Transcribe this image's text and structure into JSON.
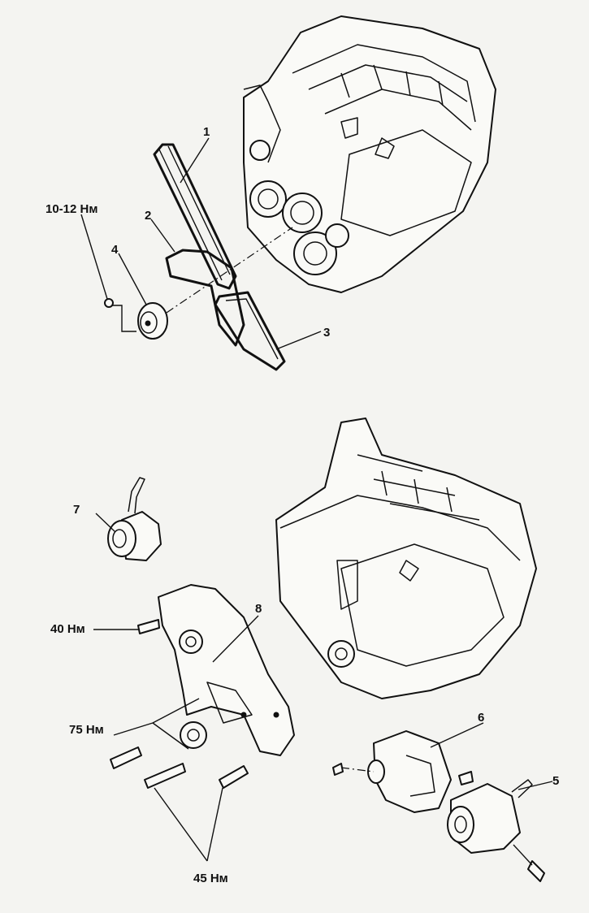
{
  "callouts": {
    "p1": "1",
    "p2": "2",
    "p3": "3",
    "p4": "4",
    "p5": "5",
    "p6": "6",
    "p7": "7",
    "p8": "8"
  },
  "torques": {
    "idler_bolt": "10-12 Нм",
    "bracket_bolt": "40 Нм",
    "lower_bolts": "75 Нм",
    "bottom_bolts": "45 Нм"
  },
  "colors": {
    "ink": "#111111",
    "paper": "#f4f4f1"
  }
}
